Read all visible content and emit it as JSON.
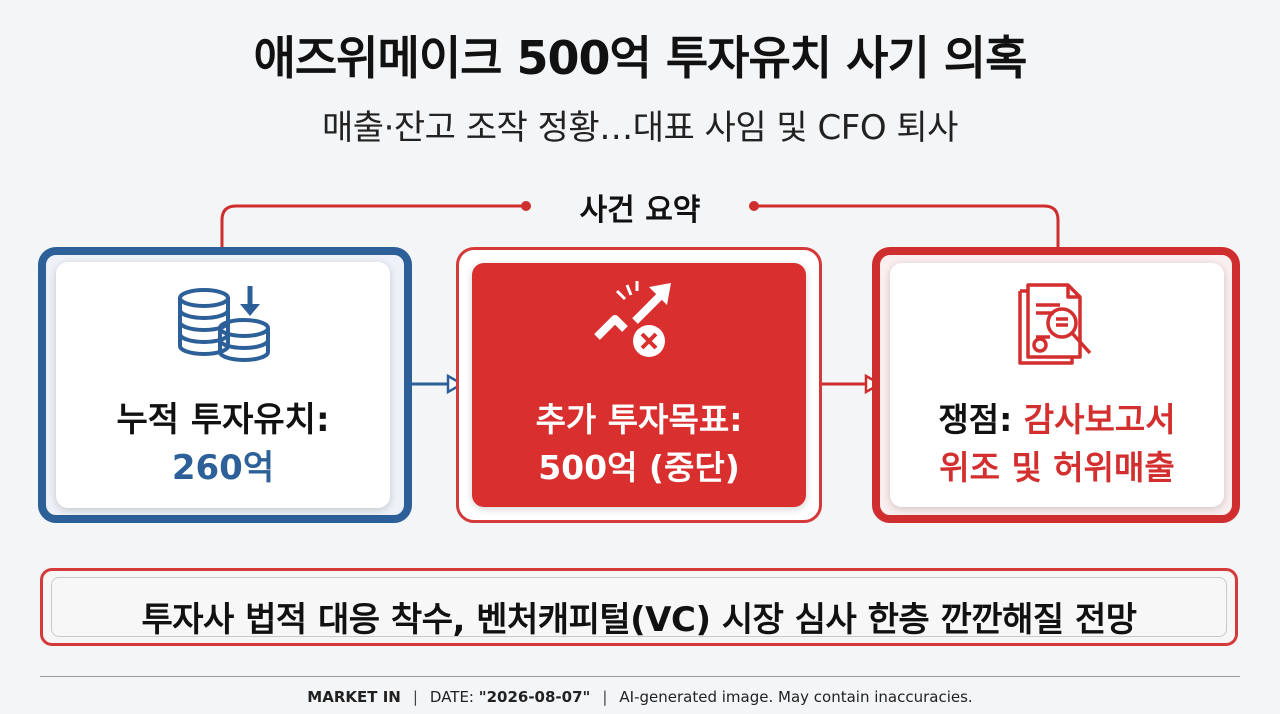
{
  "header": {
    "title": "애즈위메이크 500억 투자유치 사기 의혹",
    "subtitle": "매출·잔고 조작 정황…대표 사임 및 CFO 퇴사"
  },
  "summary": {
    "label": "사건 요약",
    "cards": [
      {
        "icon": "coins-stack-down-icon",
        "line1": "누적 투자유치:",
        "line2": "260억",
        "accent": "#2d5f98"
      },
      {
        "icon": "broken-growth-arrow-icon",
        "line1": "추가 투자목표:",
        "line2": "500억 (중단)",
        "accent": "#d92f2f"
      },
      {
        "icon": "document-magnifier-icon",
        "line1_prefix": "쟁점: ",
        "line1_highlight": "감사보고서",
        "line2": "위조 및 허위매출",
        "accent": "#d32f2f"
      }
    ]
  },
  "outlook": {
    "text": "투자사 법적 대응 착수, 벤처캐피털(VC) 시장 심사 한층 깐깐해질 전망"
  },
  "footer": {
    "source": "MARKET IN",
    "date_label": "DATE:",
    "date": "\"2026-08-07\"",
    "disclaimer": "AI-generated image. May contain inaccuracies."
  }
}
